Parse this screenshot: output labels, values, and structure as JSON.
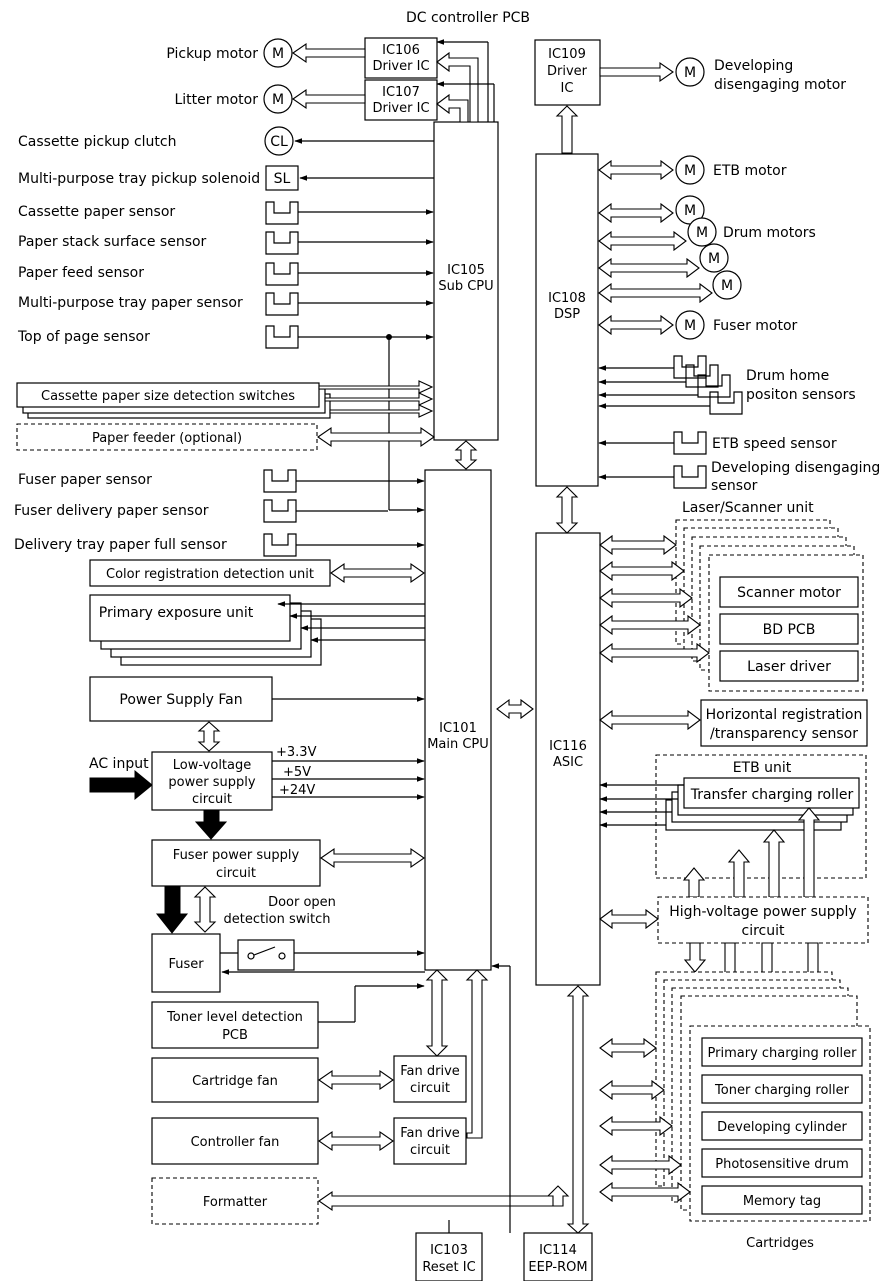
{
  "title": "DC controller PCB",
  "chips": {
    "ic106": {
      "id": "IC106",
      "name": "Driver IC"
    },
    "ic107": {
      "id": "IC107",
      "name": "Driver IC"
    },
    "ic109": {
      "id": "IC109",
      "name1": "Driver",
      "name2": "IC"
    },
    "ic105": {
      "id": "IC105",
      "name": "Sub CPU"
    },
    "ic108": {
      "id": "IC108",
      "name": "DSP"
    },
    "ic101": {
      "id": "IC101",
      "name": "Main CPU"
    },
    "ic116": {
      "id": "IC116",
      "name": "ASIC"
    },
    "ic103": {
      "id": "IC103",
      "name": "Reset IC"
    },
    "ic114": {
      "id": "IC114",
      "name": "EEP-ROM"
    }
  },
  "symbols": {
    "motor": "M",
    "clutch": "CL",
    "solenoid": "SL"
  },
  "left_top": {
    "pickup_motor": "Pickup motor",
    "litter_motor": "Litter motor",
    "cassette_pickup_clutch": "Cassette pickup clutch",
    "mp_tray_pickup_solenoid": "Multi-purpose tray pickup solenoid",
    "cassette_paper_sensor": "Cassette paper sensor",
    "paper_stack_surface_sensor": "Paper stack surface sensor",
    "paper_feed_sensor": "Paper feed sensor",
    "mp_tray_paper_sensor": "Multi-purpose tray paper sensor",
    "top_of_page_sensor": "Top of page sensor",
    "cassette_size_switches": "Cassette paper size detection switches",
    "paper_feeder": "Paper feeder (optional)"
  },
  "left_mid": {
    "fuser_paper_sensor": "Fuser paper sensor",
    "fuser_delivery_sensor": "Fuser delivery paper sensor",
    "delivery_tray_full_sensor": "Delivery tray paper full sensor",
    "color_registration_unit": "Color registration detection unit",
    "primary_exposure_unit": "Primary exposure unit",
    "power_supply_fan": "Power Supply Fan",
    "ac_input": "AC input",
    "low_voltage_1": "Low-voltage",
    "low_voltage_2": "power supply",
    "low_voltage_3": "circuit",
    "v33": "+3.3V",
    "v5": "+5V",
    "v24": "+24V",
    "fuser_ps_1": "Fuser power supply",
    "fuser_ps_2": "circuit",
    "door_switch_1": "Door open",
    "door_switch_2": "detection switch",
    "fuser": "Fuser",
    "toner_level_1": "Toner level detection",
    "toner_level_2": "PCB",
    "cartridge_fan": "Cartridge fan",
    "controller_fan": "Controller fan",
    "fan_drive_1": "Fan drive",
    "fan_drive_2": "circuit",
    "formatter": "Formatter"
  },
  "right": {
    "developing_motor_1": "Developing",
    "developing_motor_2": "disengaging motor",
    "etb_motor": "ETB motor",
    "drum_motors": "Drum motors",
    "fuser_motor": "Fuser motor",
    "drum_home_1": "Drum home",
    "drum_home_2": "positon sensors",
    "etb_speed_sensor": "ETB speed sensor",
    "dev_disengaging_sensor_1": "Developing disengaging",
    "dev_disengaging_sensor_2": "sensor",
    "laser_scanner_unit": "Laser/Scanner unit",
    "scanner_motor": "Scanner motor",
    "bd_pcb": "BD PCB",
    "laser_driver": "Laser driver",
    "horiz_reg_1": "Horizontal registration",
    "horiz_reg_2": "/transparency sensor",
    "etb_unit": "ETB unit",
    "transfer_roller": "Transfer charging roller",
    "hv_ps_1": "High-voltage power supply",
    "hv_ps_2": "circuit",
    "primary_charging_roller": "Primary charging roller",
    "toner_charging_roller": "Toner charging roller",
    "developing_cylinder": "Developing cylinder",
    "photosensitive_drum": "Photosensitive drum",
    "memory_tag": "Memory tag",
    "cartridges": "Cartridges"
  }
}
